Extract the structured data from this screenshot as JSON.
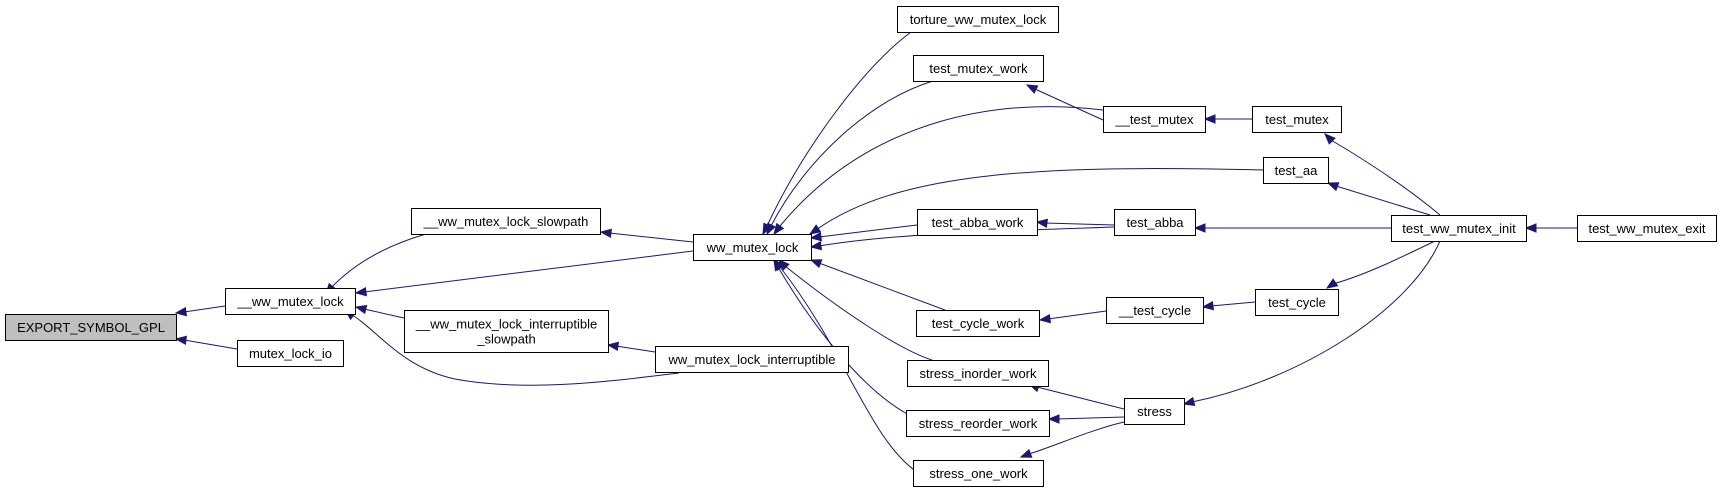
{
  "diagram": {
    "nodes": {
      "export_symbol_gpl": {
        "lines": [
          "EXPORT_SYMBOL_GPL"
        ],
        "root": true
      },
      "ww_mutex_lock_internal": {
        "lines": [
          "__ww_mutex_lock"
        ]
      },
      "mutex_lock_io": {
        "lines": [
          "mutex_lock_io"
        ]
      },
      "ww_mutex_lock_slowpath": {
        "lines": [
          "__ww_mutex_lock_slowpath"
        ]
      },
      "ww_mutex_lock_interruptible_slowpath": {
        "lines": [
          "__ww_mutex_lock_interruptible",
          "_slowpath"
        ]
      },
      "ww_mutex_lock": {
        "lines": [
          "ww_mutex_lock"
        ]
      },
      "ww_mutex_lock_interruptible": {
        "lines": [
          "ww_mutex_lock_interruptible"
        ]
      },
      "torture_ww_mutex_lock": {
        "lines": [
          "torture_ww_mutex_lock"
        ]
      },
      "test_mutex_work": {
        "lines": [
          "test_mutex_work"
        ]
      },
      "test_abba_work": {
        "lines": [
          "test_abba_work"
        ]
      },
      "test_cycle_work": {
        "lines": [
          "test_cycle_work"
        ]
      },
      "stress_inorder_work": {
        "lines": [
          "stress_inorder_work"
        ]
      },
      "stress_reorder_work": {
        "lines": [
          "stress_reorder_work"
        ]
      },
      "stress_one_work": {
        "lines": [
          "stress_one_work"
        ]
      },
      "test_mutex_internal": {
        "lines": [
          "__test_mutex"
        ]
      },
      "test_aa": {
        "lines": [
          "test_aa"
        ]
      },
      "test_abba": {
        "lines": [
          "test_abba"
        ]
      },
      "test_cycle_internal": {
        "lines": [
          "__test_cycle"
        ]
      },
      "stress": {
        "lines": [
          "stress"
        ]
      },
      "test_mutex": {
        "lines": [
          "test_mutex"
        ]
      },
      "test_cycle": {
        "lines": [
          "test_cycle"
        ]
      },
      "test_ww_mutex_init": {
        "lines": [
          "test_ww_mutex_init"
        ]
      },
      "test_ww_mutex_exit": {
        "lines": [
          "test_ww_mutex_exit"
        ]
      }
    },
    "edges": [
      [
        "ww_mutex_lock_internal",
        "export_symbol_gpl"
      ],
      [
        "mutex_lock_io",
        "export_symbol_gpl"
      ],
      [
        "ww_mutex_lock_slowpath",
        "ww_mutex_lock_internal"
      ],
      [
        "ww_mutex_lock",
        "ww_mutex_lock_internal"
      ],
      [
        "ww_mutex_lock_interruptible_slowpath",
        "ww_mutex_lock_internal"
      ],
      [
        "ww_mutex_lock_interruptible",
        "ww_mutex_lock_internal"
      ],
      [
        "ww_mutex_lock",
        "ww_mutex_lock_slowpath"
      ],
      [
        "ww_mutex_lock_interruptible",
        "ww_mutex_lock_interruptible_slowpath"
      ],
      [
        "torture_ww_mutex_lock",
        "ww_mutex_lock"
      ],
      [
        "test_mutex_work",
        "ww_mutex_lock"
      ],
      [
        "test_mutex_internal",
        "ww_mutex_lock"
      ],
      [
        "test_aa",
        "ww_mutex_lock"
      ],
      [
        "test_abba_work",
        "ww_mutex_lock"
      ],
      [
        "test_abba",
        "ww_mutex_lock"
      ],
      [
        "test_cycle_work",
        "ww_mutex_lock"
      ],
      [
        "stress_inorder_work",
        "ww_mutex_lock"
      ],
      [
        "stress_reorder_work",
        "ww_mutex_lock"
      ],
      [
        "stress_one_work",
        "ww_mutex_lock"
      ],
      [
        "test_mutex_internal",
        "test_mutex_work"
      ],
      [
        "test_abba",
        "test_abba_work"
      ],
      [
        "test_cycle_internal",
        "test_cycle_work"
      ],
      [
        "stress",
        "stress_inorder_work"
      ],
      [
        "stress",
        "stress_reorder_work"
      ],
      [
        "stress",
        "stress_one_work"
      ],
      [
        "test_mutex",
        "test_mutex_internal"
      ],
      [
        "test_cycle",
        "test_cycle_internal"
      ],
      [
        "test_ww_mutex_init",
        "test_mutex"
      ],
      [
        "test_ww_mutex_init",
        "test_aa"
      ],
      [
        "test_ww_mutex_init",
        "test_abba"
      ],
      [
        "test_ww_mutex_init",
        "test_cycle"
      ],
      [
        "test_ww_mutex_init",
        "stress"
      ],
      [
        "test_ww_mutex_exit",
        "test_ww_mutex_init"
      ]
    ],
    "colors": {
      "edge": "#191970",
      "root_fill": "#bfbfbf",
      "node_fill": "#ffffff",
      "border": "#000000"
    }
  }
}
